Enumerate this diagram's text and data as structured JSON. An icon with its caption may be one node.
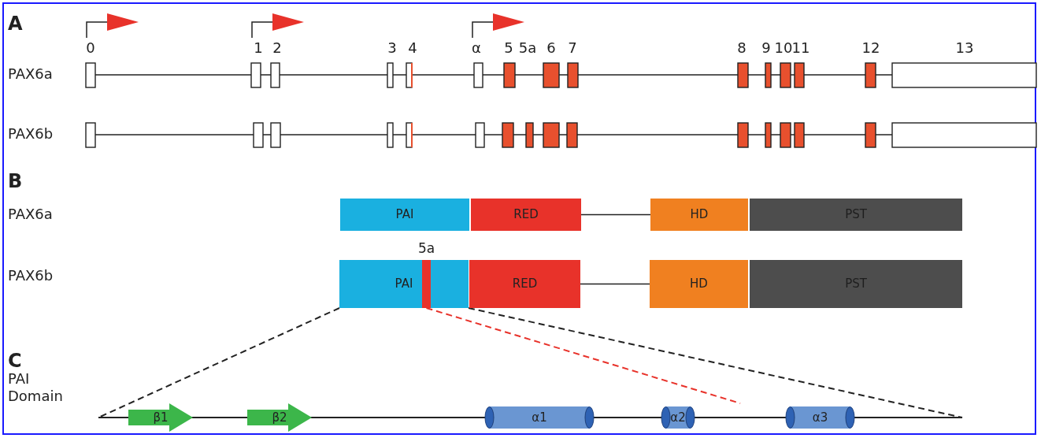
{
  "diagram": {
    "nodes": [
      {
        "text": [
          "PAI"
        ]
      },
      {
        "text": [
          "RED"
        ]
      },
      {
        "text": [
          "HD"
        ]
      },
      {
        "text": [
          "PST"
        ]
      },
      {
        "text": [
          "PAI"
        ]
      },
      {
        "text": [],
        "shape": "bar",
        "in": 4,
        "beside": [
          "5a"
        ]
      },
      {
        "text": [
          "RED"
        ]
      },
      {
        "text": [
          "HD"
        ]
      },
      {
        "text": [
          "PST"
        ]
      },
      {
        "text": [],
        "shape": "line"
      },
      {
        "text": [
          "β1"
        ],
        "in": 9
      },
      {
        "text": [
          "β2"
        ],
        "in": 9
      },
      {
        "text": [
          "α1"
        ],
        "in": 9
      },
      {
        "text": [
          "α2"
        ],
        "in": 9
      },
      {
        "text": [
          "α3"
        ],
        "in": 9
      }
    ],
    "edges": [
      {
        "from": 1,
        "to": 2,
        "arrow": "none"
      },
      {
        "from": 6,
        "to": 7,
        "arrow": "none"
      },
      {
        "from": 4,
        "to": 9,
        "arrow": "none",
        "style": "dashed"
      },
      {
        "from": 4,
        "to": 9,
        "arrow": "none",
        "style": "dashed"
      },
      {
        "from": 5,
        "to": 9,
        "arrow": "none",
        "style": "dashed",
        "color": "#e8322a"
      }
    ],
    "labels": [
      "A",
      "0",
      "1",
      "2",
      "3",
      "4",
      "α",
      "5",
      "5a",
      "6",
      "7",
      "8",
      "9",
      "10",
      "11",
      "12",
      "13",
      "PAX6a",
      "PAX6b",
      "B",
      "PAX6a",
      "PAX6b",
      "C",
      "PAI Domain"
    ]
  }
}
